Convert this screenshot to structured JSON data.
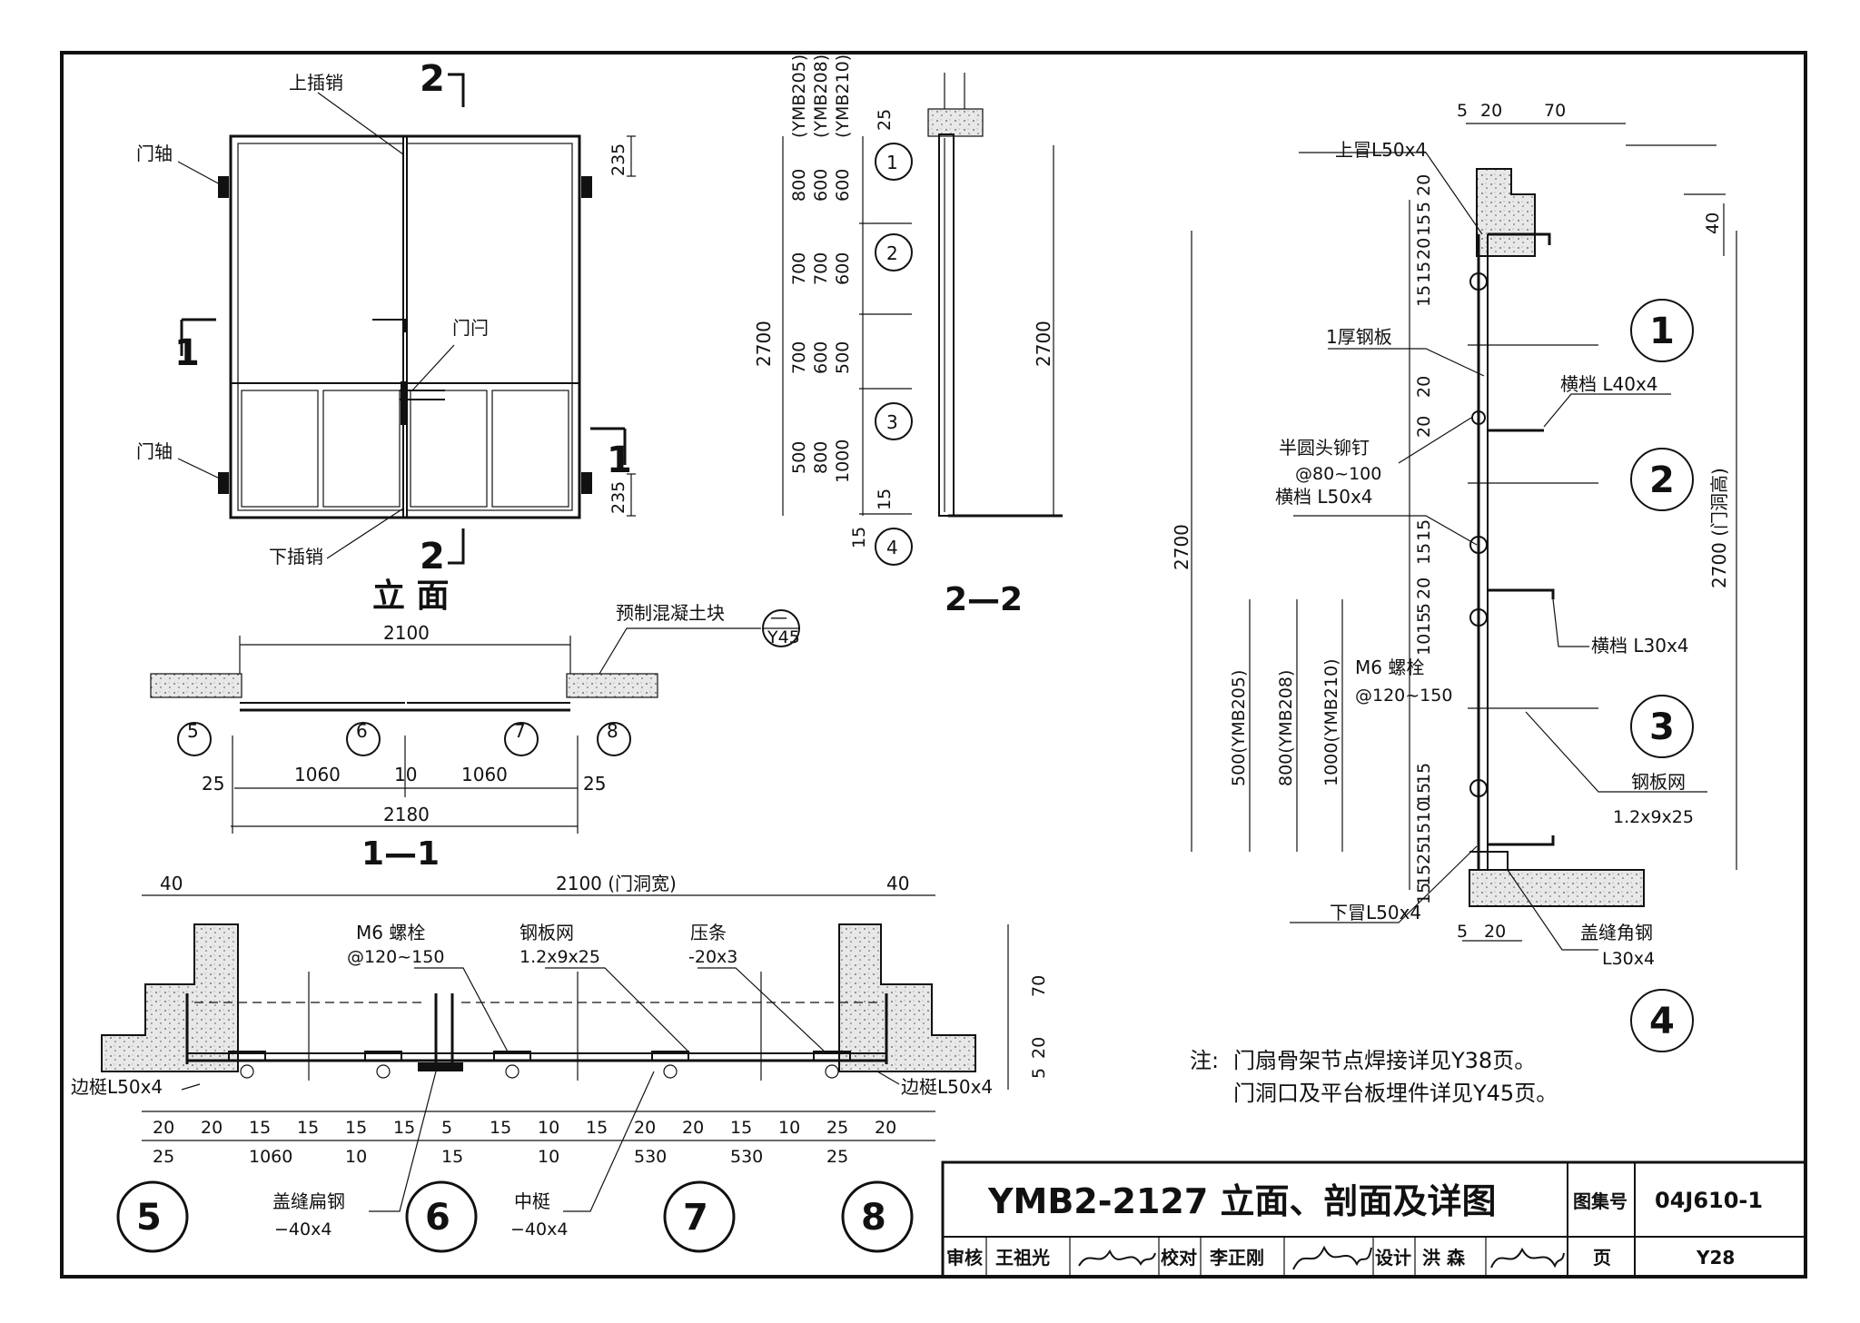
{
  "elevation": {
    "title": "立 面",
    "labels": {
      "top_bolt": "上插销",
      "hinge_top": "门轴",
      "hinge_bottom": "门轴",
      "latch": "门闩",
      "bottom_bolt": "下插销"
    },
    "dims": {
      "top": "235",
      "bottom": "235"
    },
    "section_marks": {
      "s1": "1",
      "s2": "2"
    }
  },
  "section11": {
    "title": "1—1",
    "labels": {
      "precast_block": "预制混凝土块",
      "ref_top": "—",
      "ref_bottom": "Y45"
    },
    "dims": {
      "overall_top": "2100",
      "overall_bottom": "2180",
      "left_gap": "25",
      "right_gap": "25",
      "leaf_left": "1060",
      "leaf_right": "1060",
      "mid_gap": "10"
    },
    "details": [
      "5",
      "6",
      "7",
      "8"
    ]
  },
  "section22": {
    "title": "2—2",
    "models": [
      "(YMB205)",
      "(YMB208)",
      "(YMB210)"
    ],
    "rows": [
      {
        "detail": "1",
        "vals": [
          "800",
          "600",
          "600"
        ]
      },
      {
        "detail": "2",
        "vals": [
          "700",
          "700",
          "600"
        ]
      },
      {
        "detail": "",
        "vals": [
          "700",
          "600",
          "500"
        ]
      },
      {
        "detail": "3",
        "vals": [
          "500",
          "800",
          "1000"
        ]
      }
    ],
    "detail4": "4",
    "dims": {
      "total_left": "2700",
      "total_right": "2700",
      "top": "25",
      "bottom_a": "15",
      "bottom_b": "15"
    }
  },
  "right_detail": {
    "labels": {
      "top_frame": "上冒L50x4",
      "plate": "1厚钢板",
      "rail_40": "横档 L40x4",
      "rivet": "半圆头铆钉",
      "rivet_spacing": "@80~100",
      "rail_50": "横档 L50x4",
      "rail_30": "横档 L30x4",
      "bolt": "M6 螺栓",
      "bolt_spacing": "@120~150",
      "mesh": "钢板网",
      "mesh_size": "1.2x9x25",
      "bottom_frame": "下冒L50x4",
      "cover_angle": "盖缝角钢",
      "cover_angle_size": "L30x4",
      "door_opening": "2700 (门洞高)"
    },
    "dims": {
      "top": [
        "5",
        "20",
        "70"
      ],
      "right_top": "40",
      "total": "2700",
      "bottom": [
        "5",
        "20"
      ],
      "heights": [
        "500(YMB205)",
        "800(YMB208)",
        "1000(YMB210)"
      ],
      "left_stack": [
        "5",
        "20",
        "15",
        "20",
        "15",
        "15",
        "20",
        "20",
        "15",
        "15",
        "20",
        "5",
        "15",
        "10",
        "15",
        "15",
        "10",
        "15",
        "25",
        "15",
        "15"
      ]
    },
    "details": [
      "1",
      "2",
      "3",
      "4"
    ]
  },
  "plan": {
    "labels": {
      "width": "2100 (门洞宽)",
      "bolt": "M6 螺栓",
      "bolt_spacing": "@120~150",
      "mesh": "钢板网",
      "mesh_size": "1.2x9x25",
      "strip": "压条",
      "strip_size": "-20x3",
      "stile_left": "边梃L50x4",
      "stile_right": "边梃L50x4",
      "cover_flat": "盖缝扁钢",
      "cover_flat_size": "−40x4",
      "mid_stile": "中梃",
      "mid_stile_size": "−40x4"
    },
    "dims": {
      "left_top": "40",
      "right_top": "40",
      "right_70": "70",
      "right_20": "20",
      "right_5": "5",
      "row1": [
        "20",
        "20",
        "15",
        "15",
        "15",
        "15",
        "5",
        "15",
        "10",
        "15",
        "20",
        "20",
        "15",
        "10",
        "25",
        "20"
      ],
      "row2": [
        "25",
        "1060",
        "10",
        "15",
        "10",
        "530",
        "530",
        "25"
      ]
    },
    "details": [
      "5",
      "6",
      "7",
      "8"
    ]
  },
  "notes": {
    "prefix": "注:",
    "line1": "门扇骨架节点焊接详见Y38页。",
    "line2": "门洞口及平台板埋件详见Y45页。"
  },
  "title_block": {
    "title": "YMB2-2127 立面、剖面及详图",
    "atlas_label": "图集号",
    "atlas_no": "04J610-1",
    "page_label": "页",
    "page_no": "Y28",
    "review_label": "审核",
    "reviewer": "王祖光",
    "check_label": "校对",
    "checker": "李正刚",
    "design_label": "设计",
    "designer": "洪 森",
    "sig_reviewer": "王祖光",
    "sig_checker": "李正刚",
    "sig_designer": "洪森"
  }
}
